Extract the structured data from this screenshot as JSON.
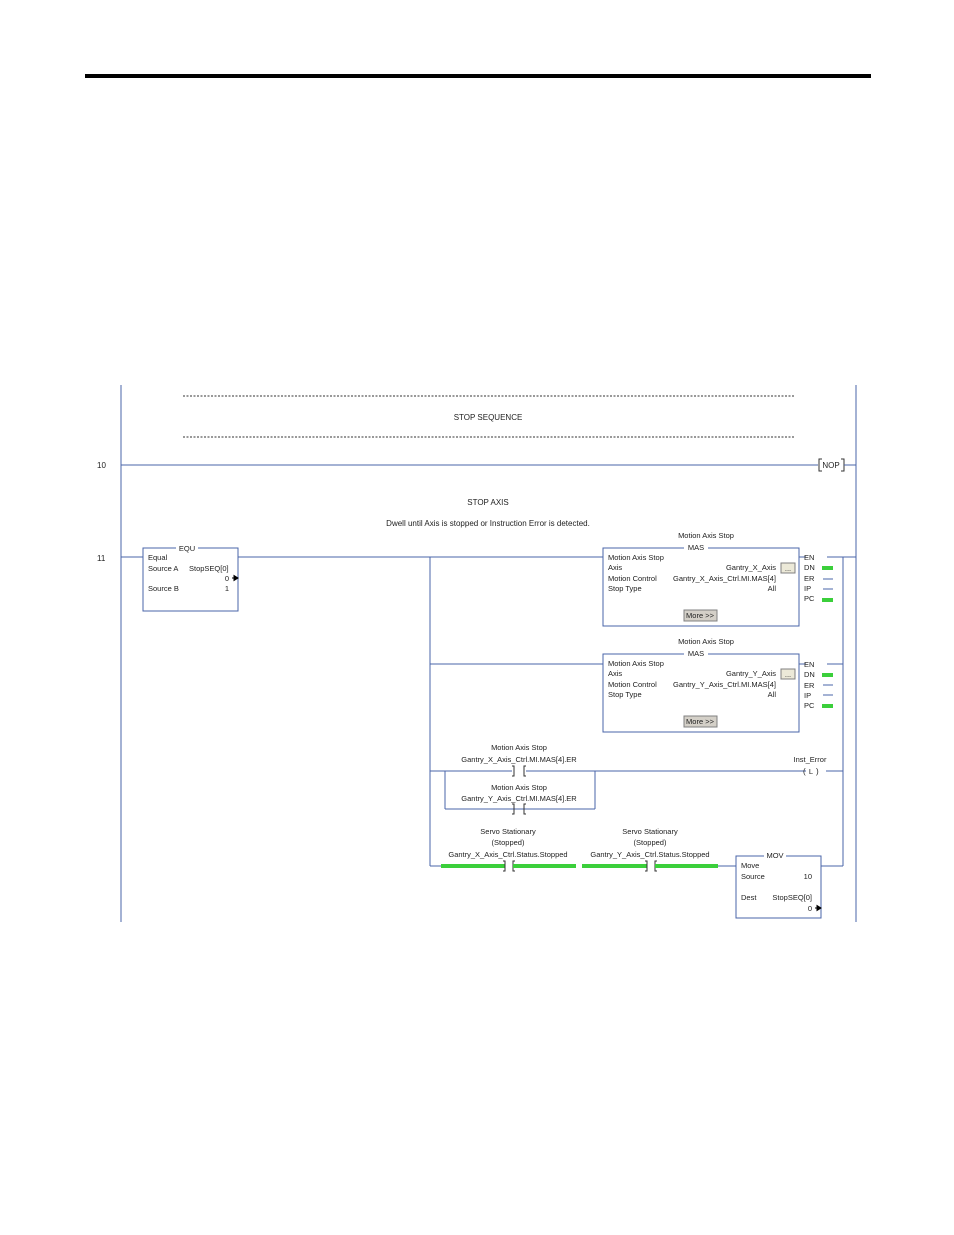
{
  "colors": {
    "rung": "#4a64a8",
    "energized": "#3bcf3b",
    "header_rule": "#000000"
  },
  "comments": {
    "stop_sequence": "STOP SEQUENCE",
    "stop_axis": "STOP AXIS",
    "dwell": "Dwell until Axis is stopped or Instruction Error is detected."
  },
  "rungs": [
    {
      "number": "10",
      "output": "NOP"
    },
    {
      "number": "11"
    }
  ],
  "equ": {
    "name": "EQU",
    "title": "Equal",
    "source_a_label": "Source A",
    "source_a_tag": "StopSEQ[0]",
    "source_a_value": "0",
    "source_b_label": "Source B",
    "source_b_value": "1"
  },
  "mas_blocks": [
    {
      "description": "Motion Axis Stop",
      "name": "MAS",
      "title": "Motion Axis Stop",
      "axis_label": "Axis",
      "axis_value": "Gantry_X_Axis",
      "motion_control_label": "Motion Control",
      "motion_control_value": "Gantry_X_Axis_Ctrl.MI.MAS[4]",
      "stop_type_label": "Stop Type",
      "stop_type_value": "All",
      "more_label": "More >>",
      "browse_label": "...",
      "outputs": [
        "EN",
        "DN",
        "ER",
        "IP",
        "PC"
      ]
    },
    {
      "description": "Motion Axis Stop",
      "name": "MAS",
      "title": "Motion Axis Stop",
      "axis_label": "Axis",
      "axis_value": "Gantry_Y_Axis",
      "motion_control_label": "Motion Control",
      "motion_control_value": "Gantry_Y_Axis_Ctrl.MI.MAS[4]",
      "stop_type_label": "Stop Type",
      "stop_type_value": "All",
      "more_label": "More >>",
      "browse_label": "...",
      "outputs": [
        "EN",
        "DN",
        "ER",
        "IP",
        "PC"
      ]
    }
  ],
  "error_contacts": [
    {
      "description": "Motion Axis Stop",
      "tag": "Gantry_X_Axis_Ctrl.MI.MAS[4].ER"
    },
    {
      "description": "Motion Axis Stop",
      "tag": "Gantry_Y_Axis_Ctrl.MI.MAS[4].ER"
    }
  ],
  "latch_coil": {
    "tag": "Inst_Error",
    "symbol": "L"
  },
  "stationary_contacts": [
    {
      "description_line1": "Servo Stationary",
      "description_line2": "(Stopped)",
      "tag": "Gantry_X_Axis_Ctrl.Status.Stopped"
    },
    {
      "description_line1": "Servo Stationary",
      "description_line2": "(Stopped)",
      "tag": "Gantry_Y_Axis_Ctrl.Status.Stopped"
    }
  ],
  "mov": {
    "name": "MOV",
    "title": "Move",
    "source_label": "Source",
    "source_value": "10",
    "dest_label": "Dest",
    "dest_tag": "StopSEQ[0]",
    "dest_value": "0"
  }
}
